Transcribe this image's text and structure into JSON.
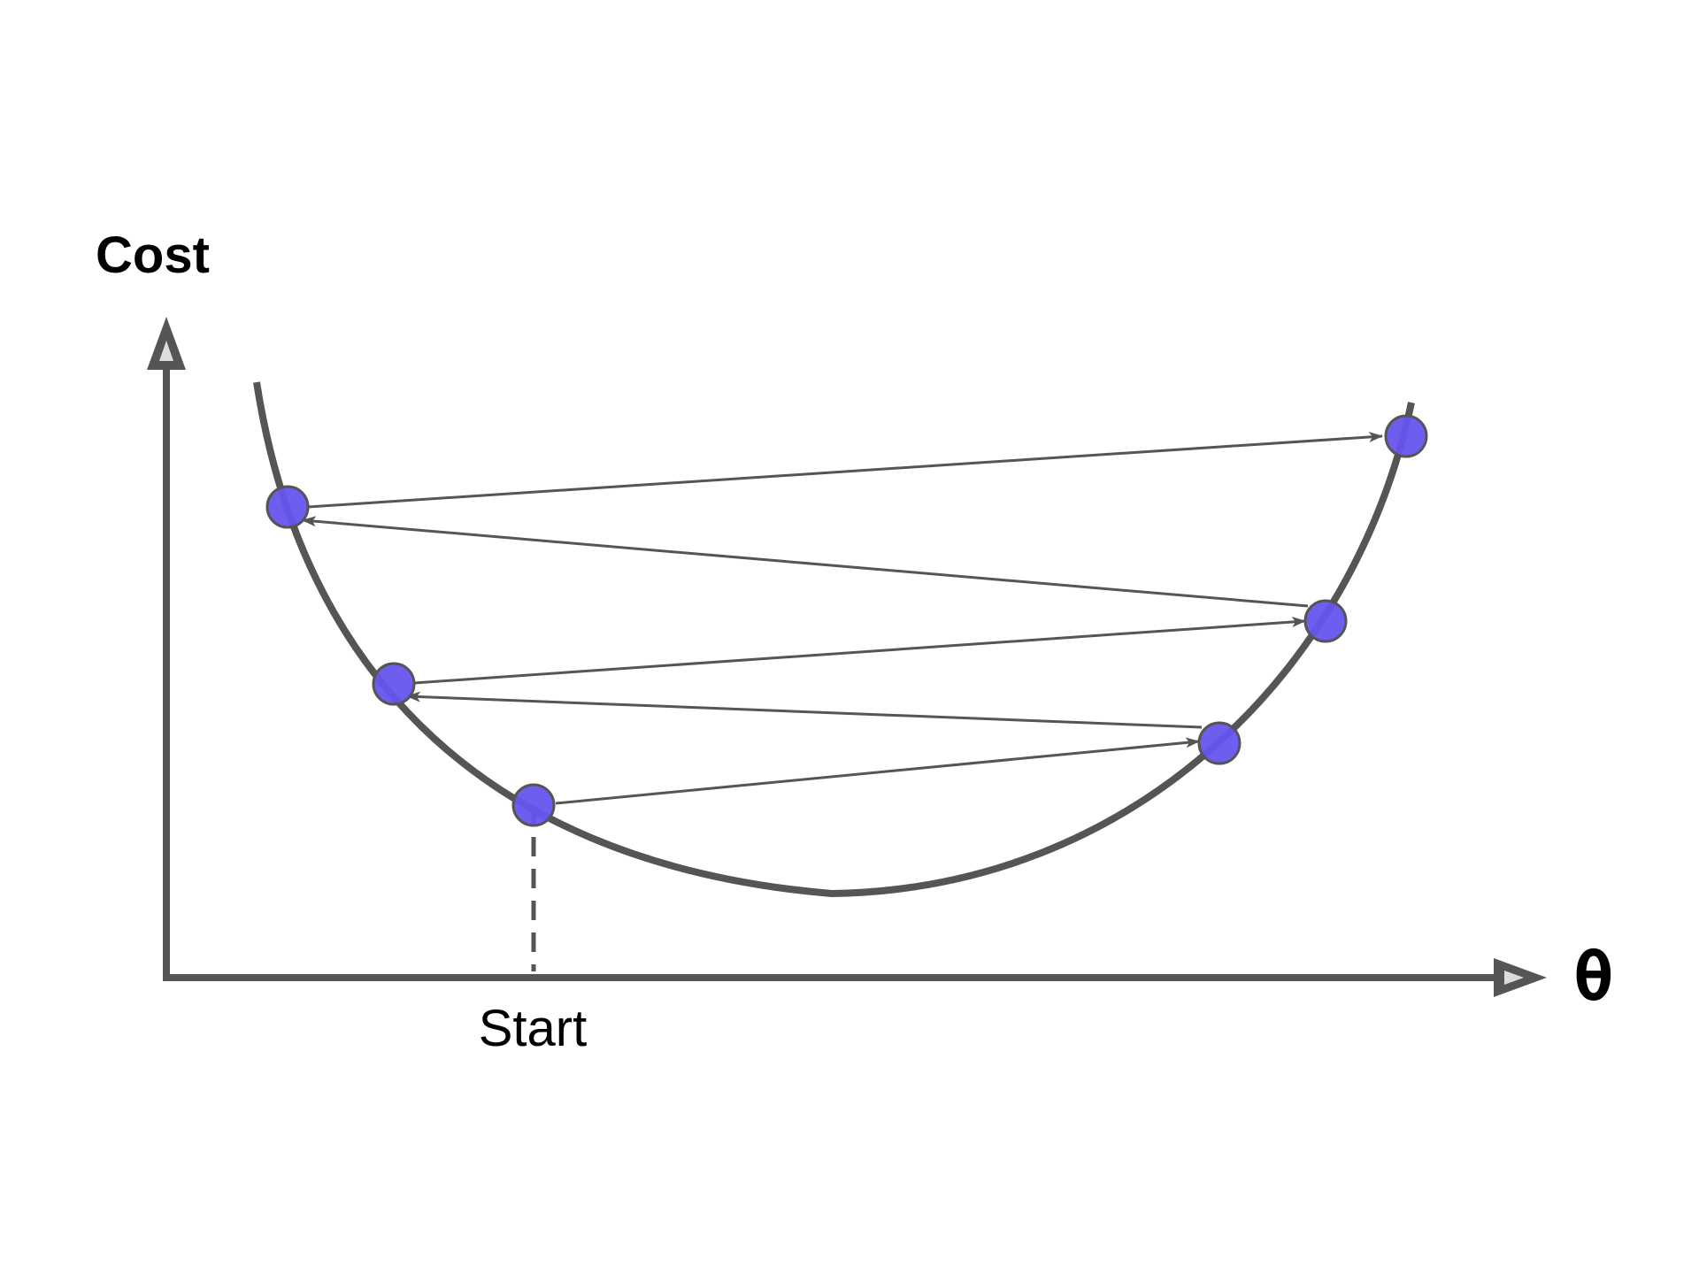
{
  "diagram": {
    "y_axis_label": "Cost",
    "x_axis_label": "θ",
    "start_label": "Start",
    "colors": {
      "axis": "#555555",
      "curve": "#555555",
      "point_fill": "#6655ee",
      "point_stroke": "#555555",
      "arrow": "#555555"
    },
    "steps": [
      "start",
      "right",
      "left",
      "right",
      "left",
      "right"
    ]
  }
}
